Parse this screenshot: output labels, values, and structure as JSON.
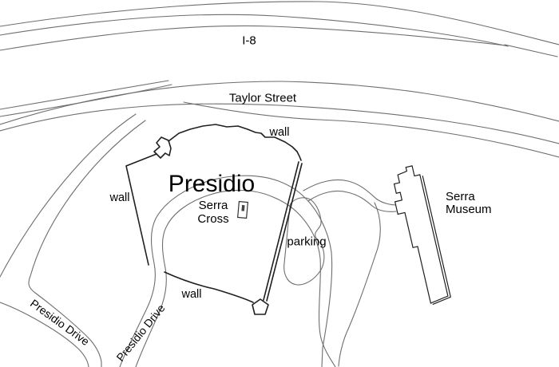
{
  "map": {
    "colors": {
      "background": "#ffffff",
      "road_line": "#6e6e6e",
      "wall_line": "#1f1f1f",
      "text": "#000000"
    },
    "labels": {
      "highway": "I-8",
      "street": "Taylor Street",
      "site": "Presidio",
      "wall_north": "wall",
      "wall_west": "wall",
      "wall_south": "wall",
      "serra_cross_line1": "Serra",
      "serra_cross_line2": "Cross",
      "parking": "parking",
      "museum_line1": "Serra",
      "museum_line2": "Museum",
      "drive_west": "Presidio Drive",
      "drive_north": "Presidio Drive"
    }
  }
}
